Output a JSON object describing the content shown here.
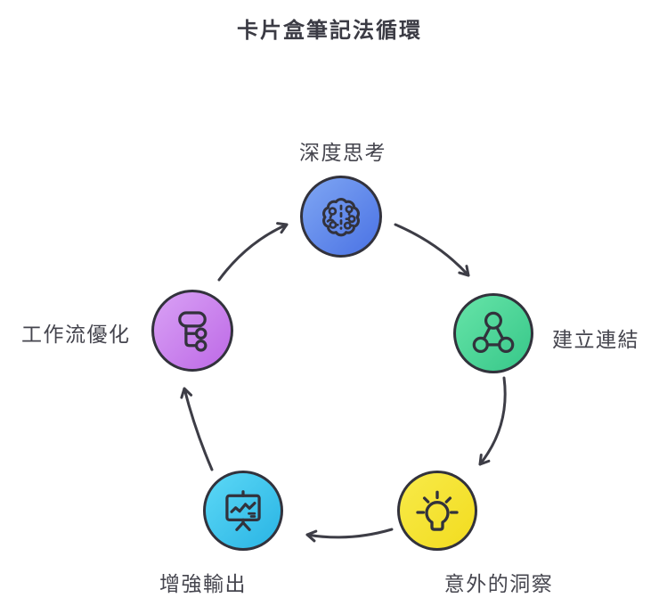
{
  "title": "卡片盒筆記法循環",
  "nodes": [
    {
      "id": "deep-thinking",
      "label": "深度思考",
      "icon": "brain-circuit-icon",
      "gradient": [
        "#7fa6f3",
        "#4a72e4"
      ]
    },
    {
      "id": "build-connections",
      "label": "建立連結",
      "icon": "network-nodes-icon",
      "gradient": [
        "#66e4a8",
        "#37c789"
      ]
    },
    {
      "id": "unexpected-insights",
      "label": "意外的洞察",
      "icon": "lightbulb-icon",
      "gradient": [
        "#f8ea49",
        "#f2dc1f"
      ]
    },
    {
      "id": "enhanced-output",
      "label": "增強輸出",
      "icon": "presentation-chart-icon",
      "gradient": [
        "#5cd8f6",
        "#29b4e4"
      ]
    },
    {
      "id": "workflow-optimization",
      "label": "工作流優化",
      "icon": "flowchart-icon",
      "gradient": [
        "#d9a1f5",
        "#bd69e6"
      ]
    }
  ],
  "flow": {
    "cycle": true,
    "order": [
      "deep-thinking",
      "build-connections",
      "unexpected-insights",
      "enhanced-output",
      "workflow-optimization"
    ]
  },
  "style": {
    "background": "#ffffff",
    "outline_color": "#32323c",
    "arrow_color": "#3d3d46",
    "title_color": "#3b3b44",
    "label_color": "#45454e"
  }
}
